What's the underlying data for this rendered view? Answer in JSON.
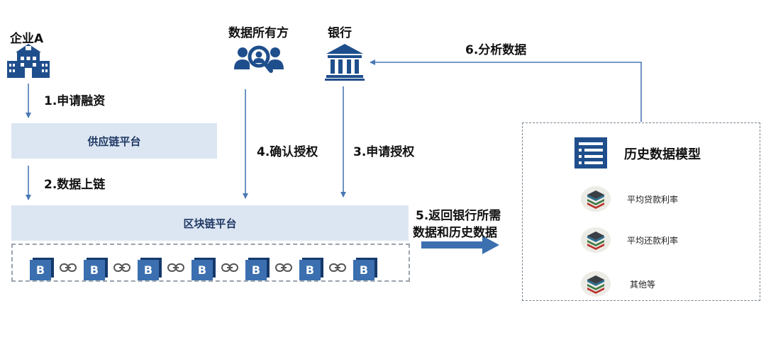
{
  "actors": {
    "enterprise": "企业A",
    "data_owner": "数据所有方",
    "bank": "银行"
  },
  "steps": {
    "apply_financing": "1.申请融资",
    "data_on_chain": "2.数据上链",
    "apply_authorization": "3.申请授权",
    "confirm_authorization": "4.确认授权",
    "return_data_line1": "5.返回银行所需",
    "return_data_line2": "数据和历史数据",
    "analyze_data": "6.分析数据"
  },
  "platforms": {
    "supply_chain": "供应链平台",
    "blockchain": "区块链平台"
  },
  "chain": {
    "block_letter": "B",
    "block_count": 7
  },
  "model": {
    "title": "历史数据模型",
    "items": [
      "平均贷款利率",
      "平均还款利率",
      "其他等"
    ]
  },
  "colors": {
    "accent": "#3b6fb0",
    "icon_navy": "#1f4e8c",
    "platform_fill": "#dce6f2",
    "platform_text": "#1f3864"
  }
}
